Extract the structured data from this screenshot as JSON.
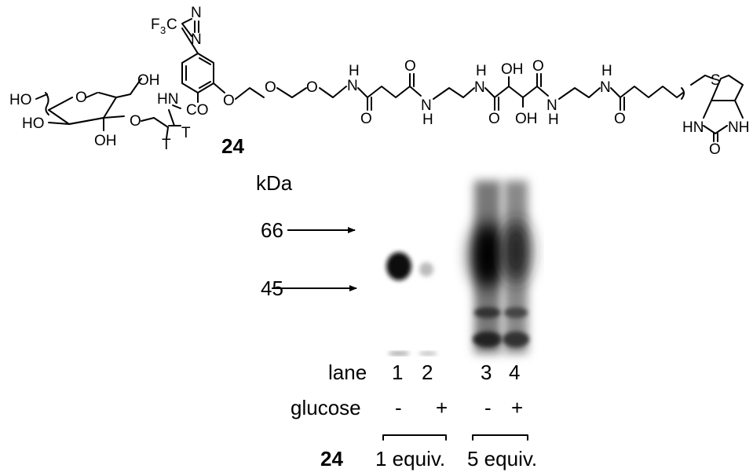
{
  "structure": {
    "compound_label": "24",
    "atoms": {
      "cf3_f": "F",
      "cf3_sub": "3",
      "cf3_c": "C",
      "n_top": "N",
      "n_bottom": "N",
      "oh_top": "OH",
      "hn_amide": "HN",
      "co": "CO",
      "ho_left": "HO",
      "ho_bottom": "HO",
      "oh_bottom": "OH",
      "o_ring": "O",
      "o_glyco": "O",
      "t1": "T",
      "t2": "T",
      "o_ether1": "O",
      "o_ether2": "O",
      "o_ether3": "O",
      "nh1_h": "H",
      "nh1_n": "N",
      "o_carbonyl1": "O",
      "o_carbonyl2": "O",
      "nh2_n": "N",
      "nh2_h": "H",
      "nh3_h": "H",
      "nh3_n": "N",
      "o_carbonyl3": "O",
      "oh_tartar1": "OH",
      "o_carbonyl4": "O",
      "oh_tartar2": "OH",
      "nh4_n": "N",
      "nh4_h": "H",
      "nh5_h": "H",
      "nh5_n": "N",
      "o_carbonyl5": "O",
      "s_biotin": "S",
      "hn_biotin": "HN",
      "nh_biotin": "NH",
      "o_biotin": "O"
    }
  },
  "gel": {
    "unit_label": "kDa",
    "markers": [
      {
        "label": "66"
      },
      {
        "label": "45"
      }
    ],
    "lane_row_label": "lane",
    "lanes": [
      "1",
      "2",
      "3",
      "4"
    ],
    "glucose_row_label": "glucose",
    "glucose": [
      "-",
      "+",
      "-",
      "+"
    ],
    "compound_row_label": "24",
    "groups": [
      "1 equiv.",
      "5 equiv."
    ]
  }
}
